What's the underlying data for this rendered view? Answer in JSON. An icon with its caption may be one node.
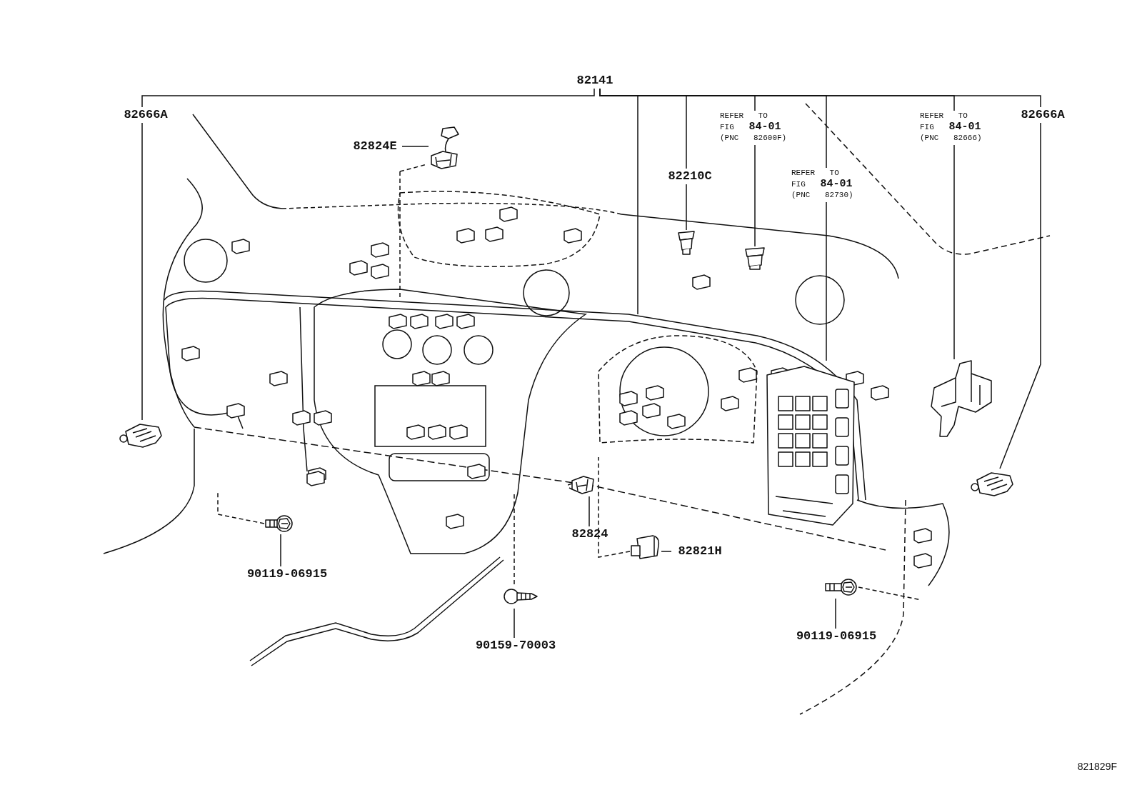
{
  "diagram": {
    "nodes": [
      {
        "text": [
          "82141"
        ]
      },
      {
        "text": [
          "82666A"
        ]
      },
      {
        "text": [],
        "shape": "picture"
      },
      {
        "text": [
          "82824E"
        ]
      },
      {
        "text": [],
        "shape": "picture"
      },
      {
        "text": [
          "REFER TO FIG **84-01** (PNC 82600F)"
        ]
      },
      {
        "text": [],
        "shape": "picture"
      },
      {
        "text": [
          "82210C"
        ]
      },
      {
        "text": [],
        "shape": "picture"
      },
      {
        "text": [
          "REFER TO FIG **84-01** (PNC 82730)"
        ]
      },
      {
        "text": [],
        "shape": "picture"
      },
      {
        "text": [
          "REFER TO FIG **84-01** (PNC 82666)"
        ]
      },
      {
        "text": [],
        "shape": "picture"
      },
      {
        "text": [
          "82666A"
        ]
      },
      {
        "text": [],
        "shape": "picture"
      },
      {
        "text": [
          "82824"
        ]
      },
      {
        "text": [],
        "shape": "picture"
      },
      {
        "text": [
          "82821H"
        ]
      },
      {
        "text": [],
        "shape": "picture"
      },
      {
        "text": [
          "90119-06915"
        ]
      },
      {
        "text": [],
        "shape": "picture"
      },
      {
        "text": [
          "90159-70003"
        ]
      },
      {
        "text": [],
        "shape": "picture"
      },
      {
        "text": [
          "90119-06915"
        ]
      },
      {
        "text": [],
        "shape": "picture"
      }
    ],
    "edges": [
      {
        "from": 0,
        "to": 1,
        "arrow": "none"
      },
      {
        "from": 1,
        "to": 2,
        "arrow": "none"
      },
      {
        "from": 0,
        "to": null,
        "arrow": "none"
      },
      {
        "from": 0,
        "to": 7,
        "arrow": "none"
      },
      {
        "from": 7,
        "to": 8,
        "arrow": "none"
      },
      {
        "from": 0,
        "to": 5,
        "arrow": "none"
      },
      {
        "from": 5,
        "to": 6,
        "arrow": "none"
      },
      {
        "from": 0,
        "to": 9,
        "arrow": "none"
      },
      {
        "from": 9,
        "to": 10,
        "arrow": "none"
      },
      {
        "from": 0,
        "to": 11,
        "arrow": "none"
      },
      {
        "from": 11,
        "to": 12,
        "arrow": "none"
      },
      {
        "from": 0,
        "to": 13,
        "arrow": "none"
      },
      {
        "from": 13,
        "to": 14,
        "arrow": "none"
      },
      {
        "from": 3,
        "to": 4,
        "arrow": "none"
      },
      {
        "from": 15,
        "to": 16,
        "arrow": "none"
      },
      {
        "from": 17,
        "to": 18,
        "arrow": "none"
      },
      {
        "from": 19,
        "to": 20,
        "arrow": "none"
      },
      {
        "from": 21,
        "to": 22,
        "arrow": "none"
      },
      {
        "from": 23,
        "to": 24,
        "arrow": "none"
      }
    ],
    "labels": [
      "821829F"
    ]
  }
}
